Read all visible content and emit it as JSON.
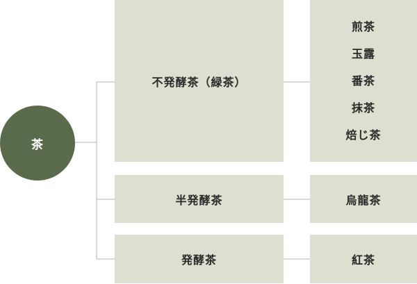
{
  "root": {
    "label": "茶"
  },
  "categories": [
    {
      "label": "不発酵茶（緑茶）",
      "teas": [
        "煎茶",
        "玉露",
        "番茶",
        "抹茶",
        "焙じ茶"
      ]
    },
    {
      "label": "半発酵茶",
      "teas": [
        "烏龍茶"
      ]
    },
    {
      "label": "発酵茶",
      "teas": [
        "紅茶"
      ]
    }
  ],
  "colors": {
    "root_fill": "#5a6b4b",
    "box_fill": "#dedfd0",
    "connector": "#b5b5b5",
    "text": "#2a2a2a"
  }
}
